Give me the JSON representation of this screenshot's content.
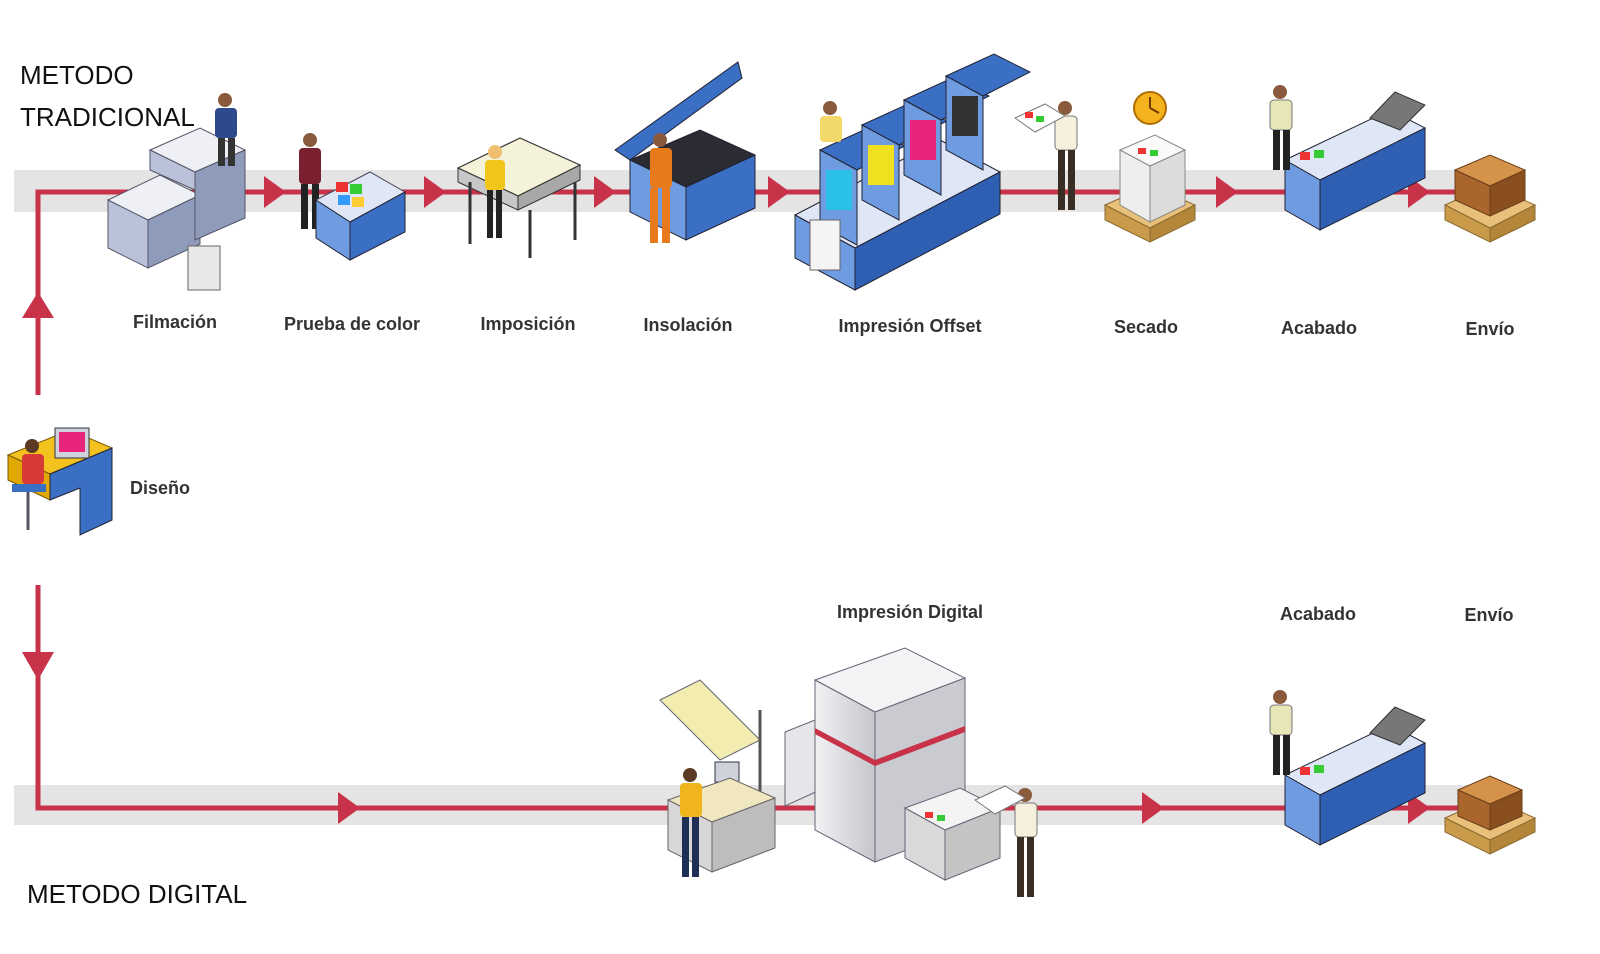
{
  "traditional": {
    "title_line1": "METODO",
    "title_line2": "TRADICIONAL",
    "stages": [
      {
        "label": "Filmación",
        "icon": "imagesetter-icon"
      },
      {
        "label": "Prueba de color",
        "icon": "color-proof-printer-icon"
      },
      {
        "label": "Imposición",
        "icon": "imposition-light-table-icon"
      },
      {
        "label": "Insolación",
        "icon": "platemaker-exposure-unit-icon"
      },
      {
        "label": "Impresión Offset",
        "icon": "offset-press-icon"
      },
      {
        "label": "Secado",
        "icon": "drying-pallet-clock-icon"
      },
      {
        "label": "Acabado",
        "icon": "finishing-machine-icon"
      },
      {
        "label": "Envío",
        "icon": "shipping-boxes-pallet-icon"
      }
    ]
  },
  "design": {
    "label": "Diseño",
    "icon": "design-workstation-icon"
  },
  "digital": {
    "title": "METODO DIGITAL",
    "stages": [
      {
        "label": "Impresión Digital",
        "icon": "digital-press-icon"
      },
      {
        "label": "Acabado",
        "icon": "finishing-machine-icon"
      },
      {
        "label": "Envío",
        "icon": "shipping-boxes-pallet-icon"
      }
    ]
  },
  "colors": {
    "flow_line": "#c8334a",
    "track": "#e6e6e6",
    "machine_blue": "#3a6fc4",
    "machine_grey": "#d6d6d9"
  }
}
